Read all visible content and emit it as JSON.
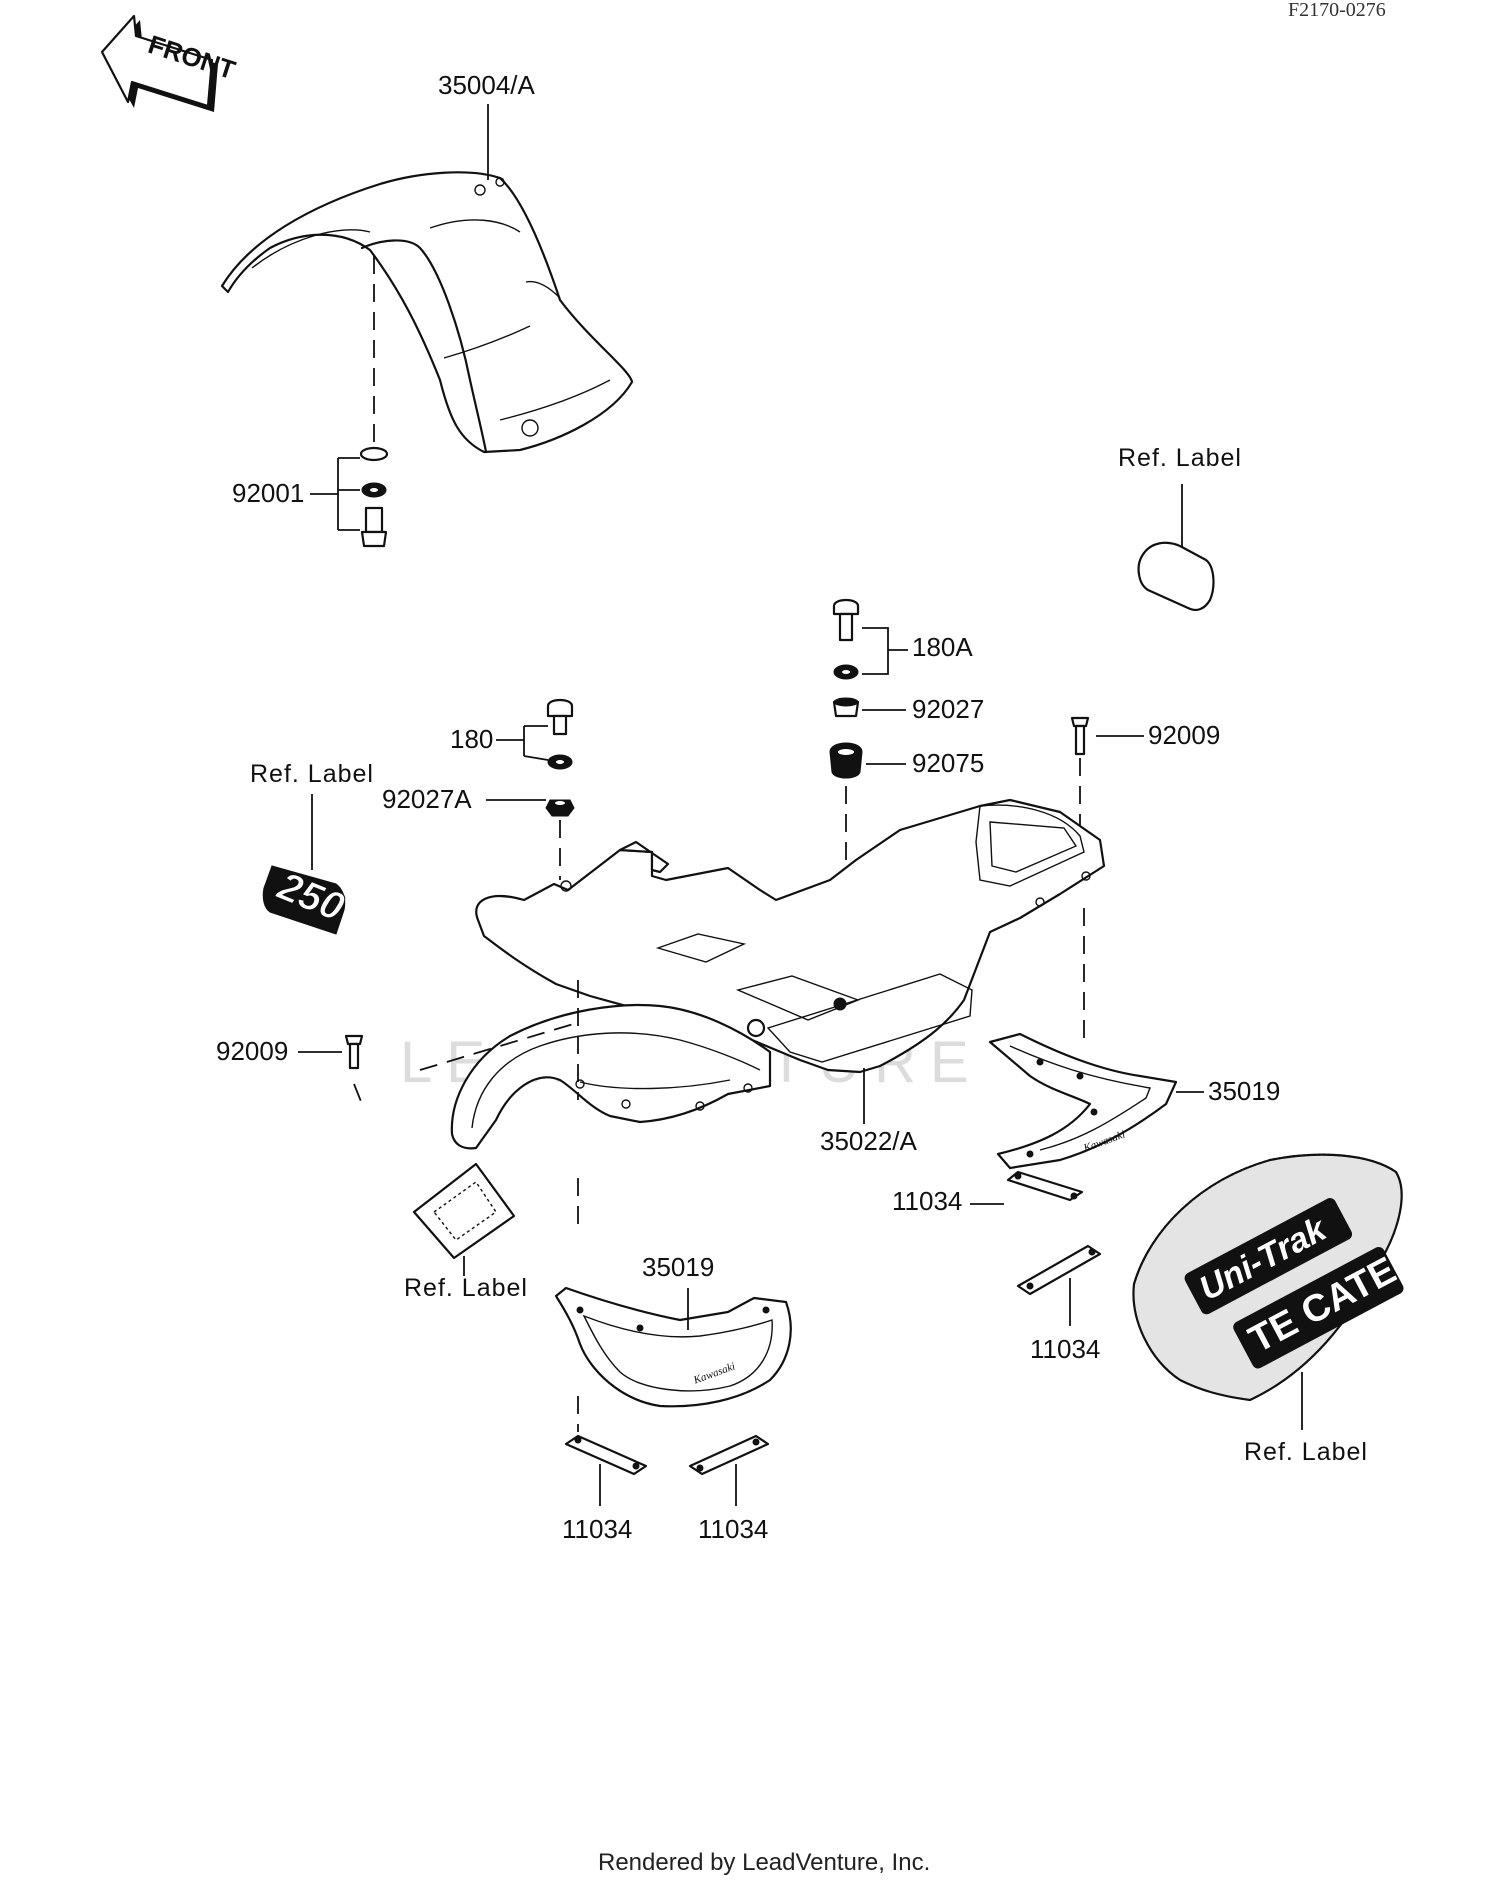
{
  "diagram_code": "F2170-0276",
  "front_arrow": {
    "text": "FRONT",
    "icon": "front-direction-arrow-icon"
  },
  "watermark": "LEADVENTURE",
  "footer": "Rendered by LeadVenture, Inc.",
  "parts": {
    "front_fender": "35004/A",
    "front_fender_bolt_set": "92001",
    "bolt_set_180": "180",
    "bolt_set_180a": "180A",
    "collar_92027": "92027",
    "collar_92027a": "92027A",
    "damper_92075": "92075",
    "screw_92009_right": "92009",
    "screw_92009_left": "92009",
    "rear_fender": "35022/A",
    "mud_flap_right": "35019",
    "mud_flap_left": "35019",
    "plate_right_upper": "11034",
    "plate_right_lower": "11034",
    "plate_left_a": "11034",
    "plate_left_b": "11034"
  },
  "ref_labels": {
    "top_right": "Ref. Label",
    "left_250": "Ref. Label",
    "lower_left": "Ref. Label",
    "seat": "Ref. Label"
  },
  "decal_text": {
    "model_250": "250",
    "seat_brand_1": "Uni-Trak",
    "seat_brand_2": "TE CATE",
    "flap_brand": "Kawasaki"
  }
}
